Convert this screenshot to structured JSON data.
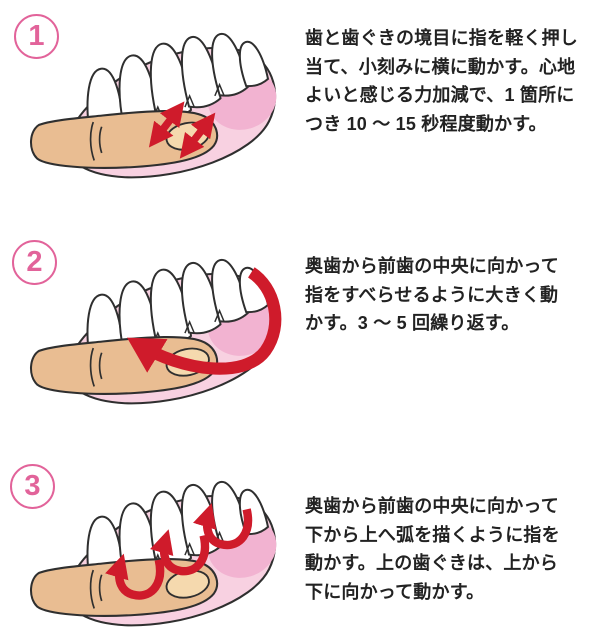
{
  "colors": {
    "accent_pink": "#e2639a",
    "gum_pink": "#f8d1e1",
    "inner_gum_pink": "#f2b3d1",
    "skin_tan": "#e9bd92",
    "nail_cream": "#f5d9ae",
    "arrow_red": "#cf1b2b",
    "outline": "#2f2f2f",
    "text": "#222222",
    "background": "#ffffff"
  },
  "icons": {
    "illustration_base": "finger-massaging-gums-over-teeth",
    "step1_arrows": "two-double-headed-diagonal-arrows",
    "step2_arrow": "large-curved-sweep-arrow-back-to-front",
    "step3_arrows": "three-upward-arc-stroke-arrows"
  },
  "steps": [
    {
      "number": "1",
      "description": "歯と歯ぐきの境目に指を軽く押し\n当て、小刻みに横に動かす。心地\nよいと感じる力加減で、1 箇所に\nつき 10 〜 15 秒程度動かす。"
    },
    {
      "number": "2",
      "description": "奥歯から前歯の中央に向かって\n指をすべらせるように大きく動\nかす。3 〜 5 回繰り返す。"
    },
    {
      "number": "3",
      "description": "奥歯から前歯の中央に向かって\n下から上へ弧を描くように指を\n動かす。上の歯ぐきは、上から\n下に向かって動かす。"
    }
  ]
}
